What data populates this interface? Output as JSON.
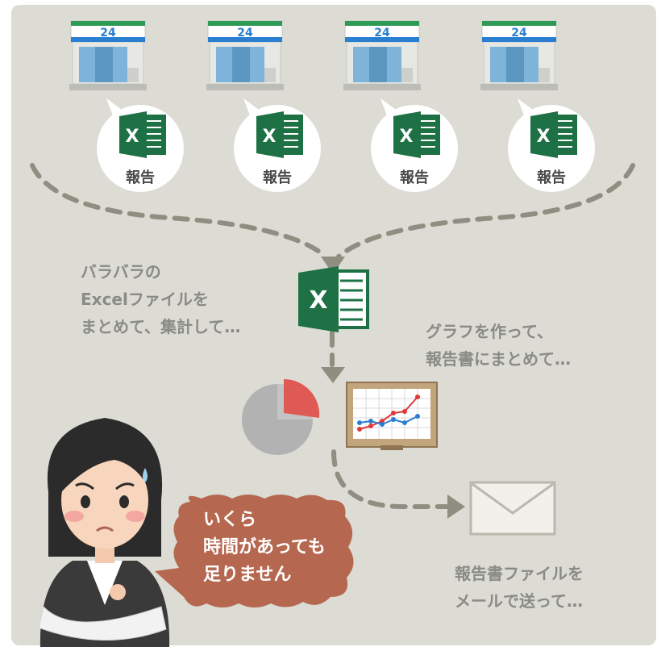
{
  "stores": [
    {
      "sign": "24"
    },
    {
      "sign": "24"
    },
    {
      "sign": "24"
    },
    {
      "sign": "24"
    }
  ],
  "reports": [
    {
      "label": "報告"
    },
    {
      "label": "報告"
    },
    {
      "label": "報告"
    },
    {
      "label": "報告"
    }
  ],
  "excel_icon_letter": "X",
  "text_left": {
    "line1": "バラバラの",
    "line2": "Excelファイルを",
    "line3": "まとめて、集計して…"
  },
  "text_right": {
    "line1": "グラフを作って、",
    "line2": "報告書にまとめて…"
  },
  "speech": {
    "line1": "いくら",
    "line2": "時間があっても",
    "line3": "足りません"
  },
  "text_bottom": {
    "line1": "報告書ファイルを",
    "line2": "メールで送って…"
  },
  "colors": {
    "background": "#dcdbd4",
    "excel_green": "#1e7145",
    "arrow": "#8f8e80",
    "text_gray": "#8a8a86",
    "speech_fill": "#b5684f",
    "store_green": "#2e9a55",
    "store_blue": "#2a7fd0",
    "pie_red": "#e05a55",
    "pie_gray": "#b2b2b2"
  },
  "icons": [
    "convenience-store-icon",
    "excel-icon",
    "pie-chart-icon",
    "line-chart-icon",
    "envelope-icon",
    "worried-woman-illustration"
  ]
}
